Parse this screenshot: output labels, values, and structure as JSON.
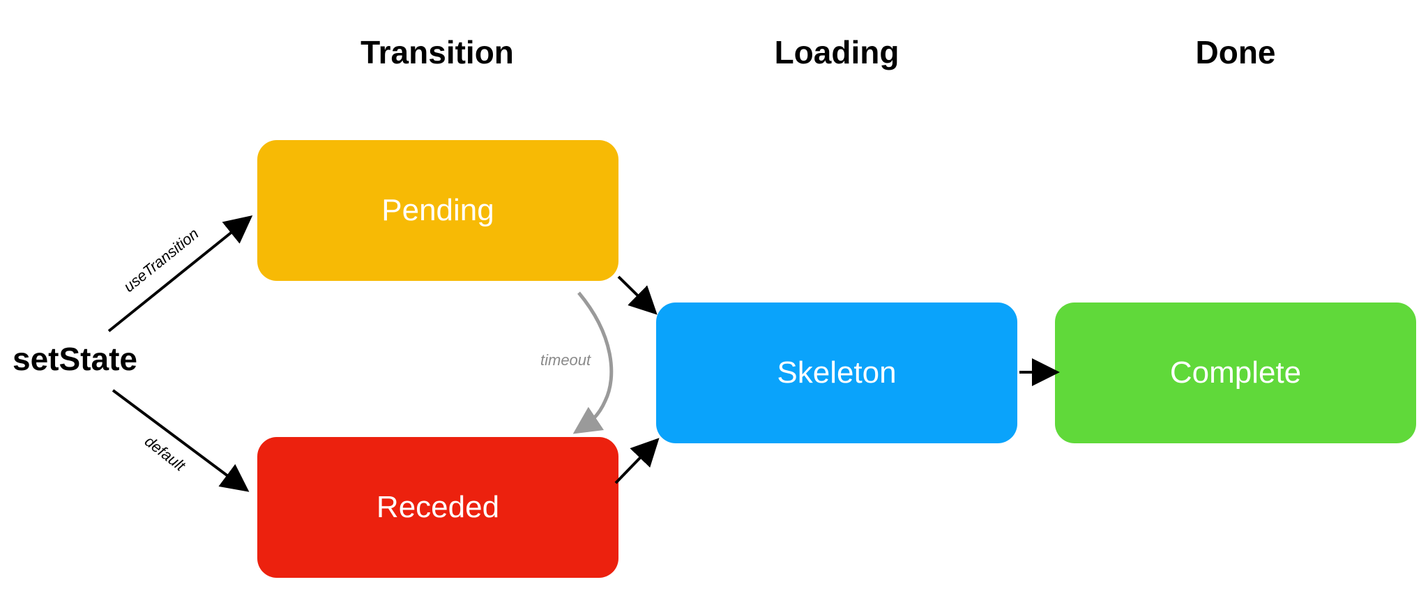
{
  "columns": {
    "transition": "Transition",
    "loading": "Loading",
    "done": "Done"
  },
  "start": {
    "label": "setState"
  },
  "nodes": {
    "pending": {
      "label": "Pending",
      "color": "#F7BA05"
    },
    "receded": {
      "label": "Receded",
      "color": "#EC210E"
    },
    "skeleton": {
      "label": "Skeleton",
      "color": "#0AA3FB"
    },
    "complete": {
      "label": "Complete",
      "color": "#60D93A"
    }
  },
  "edges": {
    "use_transition": "useTransition",
    "default": "default",
    "timeout": "timeout"
  },
  "colors": {
    "arrow": "#000000",
    "timeout_arrow": "#9a9a9a"
  }
}
